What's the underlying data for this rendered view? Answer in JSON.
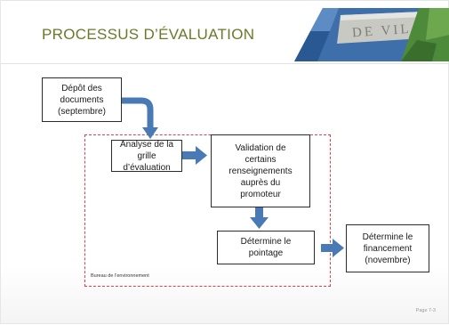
{
  "title": "PROCESSUS D’ÉVALUATION",
  "banner": {
    "text": "DE VIL"
  },
  "colors": {
    "arrow": "#4a7ab5",
    "dashed": "#e0404a",
    "title": "#6b7a2a"
  },
  "boxes": {
    "depot": "Dépôt des\ndocuments\n(septembre)",
    "analyse": "Analyse de la\ngrille d’évaluation",
    "validation": "Validation de\ncertains\nrenseignements\nauprès du\npromoteur",
    "pointage": "Détermine le\npointage",
    "financement": "Détermine le\nfinancement\n(novembre)"
  },
  "region_label": "Bureau de l’environnement",
  "page_number": "Page 7-3"
}
